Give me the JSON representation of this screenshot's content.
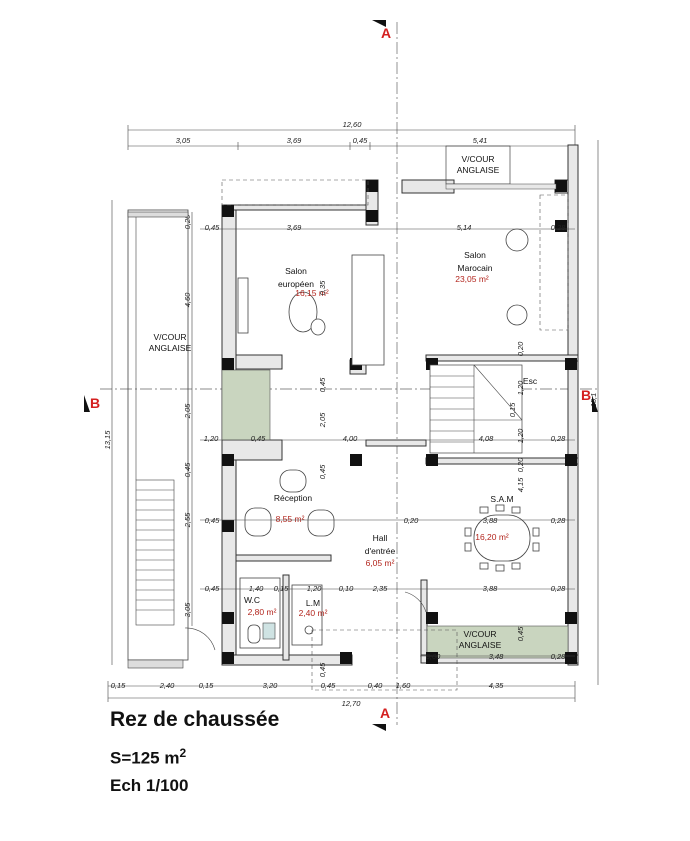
{
  "title": "Rez de chaussée",
  "surface_label": "S=125 m",
  "surface_exp": "2",
  "scale": "Ech 1/100",
  "section_markers": {
    "a_top": "A",
    "a_bottom": "A",
    "b_left": "B",
    "b_right": "B"
  },
  "rooms": {
    "vcour_top_1": "V/COUR",
    "vcour_top_2": "ANGLAISE",
    "vcour_left_1": "V/COUR",
    "vcour_left_2": "ANGLAISE",
    "vcour_br_1": "V/COUR",
    "vcour_br_2": "ANGLAISE",
    "salon_eu_1": "Salon",
    "salon_eu_2": "européen",
    "salon_eu_area": "16,15 m²",
    "salon_ma_1": "Salon",
    "salon_ma_2": "Marocain",
    "salon_ma_area": "23,05 m²",
    "esc": "Esc",
    "reception": "Réception",
    "reception_area": "8,55 m²",
    "sam": "S.A.M",
    "sam_area": "16,20 m²",
    "hall_1": "Hall",
    "hall_2": "d'entrée",
    "hall_area": "6,05 m²",
    "wc": "W.C",
    "wc_area": "2,80 m²",
    "lm": "L.M",
    "lm_area": "2,40 m²"
  },
  "dims_top_total": "12,60",
  "dims_top": [
    "3,05",
    "3,69",
    "0,45",
    "5,41"
  ],
  "dims_bottom_total": "12,70",
  "dims_bottom": [
    "0,15",
    "2,40",
    "0,15",
    "3,20",
    "0,45",
    "0,40",
    "1,60",
    "4,35"
  ],
  "dims_left_total": "13,15",
  "dims_left": [
    "0,20",
    "4,60",
    "2,05",
    "0,45",
    "2,55",
    "3,05"
  ],
  "dims_right_total": "15,1",
  "dims_interior": {
    "r1a": "0,45",
    "r1b": "3,69",
    "r1c": "5,14",
    "r1d": "0,28",
    "r2a": "1,20",
    "r2b": "0,45",
    "r2c": "4,00",
    "r2d": "4,08",
    "r2e": "0,28",
    "r3a": "0,45",
    "r3b": "0,20",
    "r3c": "3,88",
    "r3d": "0,28",
    "r4a": "0,45",
    "r4b": "1,40",
    "r4c": "0,15",
    "r4d": "1,20",
    "r4e": "0,10",
    "r4f": "2,35",
    "r4g": "3,88",
    "r4h": "0,28",
    "r5a": "0,60",
    "r5b": "3,48",
    "r5c": "0,28",
    "v1": "0,35",
    "v2": "0,45",
    "v3": "2,05",
    "v4": "0,45",
    "v5": "0,20",
    "v6": "1,20",
    "v7": "0,15",
    "v8": "1,20",
    "v9": "4,15",
    "v10": "0,20",
    "v11": "0,45",
    "v12": "0,45"
  }
}
